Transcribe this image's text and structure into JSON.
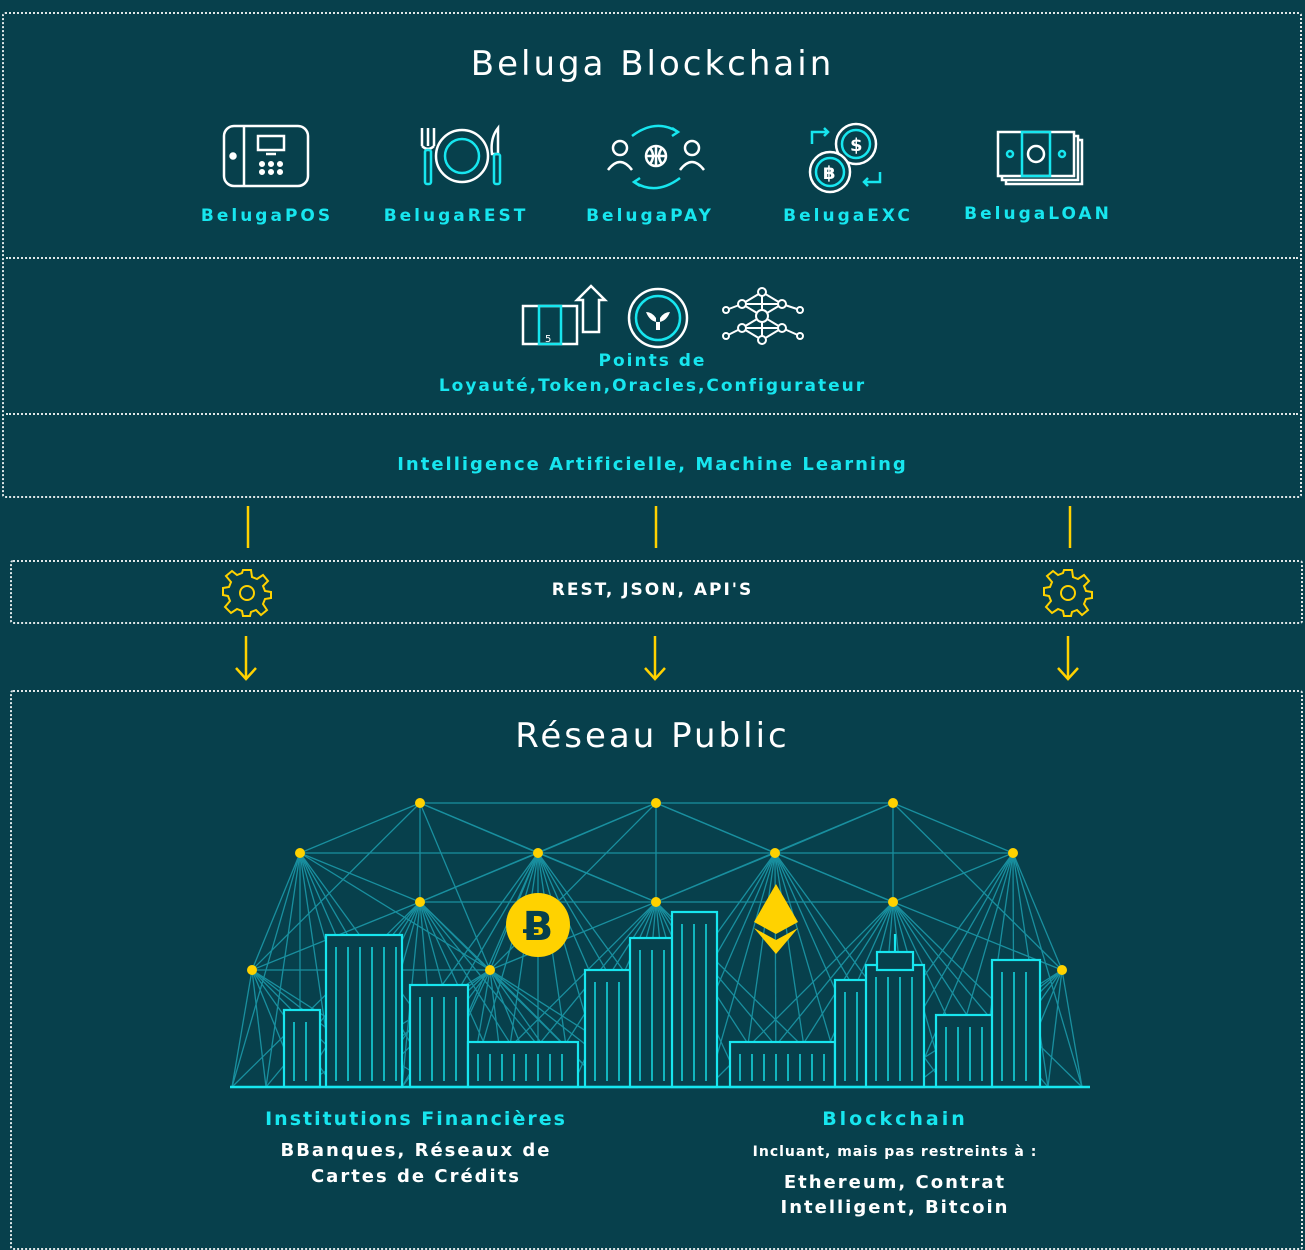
{
  "header": {
    "title": "Beluga Blockchain"
  },
  "products": [
    {
      "label": "BelugaPOS",
      "icon": "pos-terminal-icon"
    },
    {
      "label": "BelugaREST",
      "icon": "restaurant-icon"
    },
    {
      "label": "BelugaPAY",
      "icon": "payment-exchange-icon"
    },
    {
      "label": "BelugaEXC",
      "icon": "currency-exchange-icon"
    },
    {
      "label": "BelugaLOAN",
      "icon": "loan-cash-icon"
    }
  ],
  "services": {
    "line1": "Points de",
    "line2": "Loyauté,Token,Oracles,Configurateur",
    "icons": [
      "loyalty-points-icon",
      "beluga-token-icon",
      "oracle-network-icon"
    ]
  },
  "ai": {
    "label": "Intelligence Artificielle, Machine Learning"
  },
  "api": {
    "label": "REST, JSON, API'S"
  },
  "public": {
    "title": "Réseau Public",
    "left_heading": "Institutions Financières",
    "left_body_1": "BBanques, Réseaux de",
    "left_body_2": "Cartes de Crédits",
    "right_heading": "Blockchain",
    "right_sub": "Incluant, mais pas restreints à :",
    "right_body_1": "Ethereum, Contrat",
    "right_body_2": "Intelligent, Bitcoin"
  },
  "colors": {
    "background": "#07404c",
    "accent": "#17e6ef",
    "node": "#ffd200",
    "line": "#1b98a8"
  }
}
